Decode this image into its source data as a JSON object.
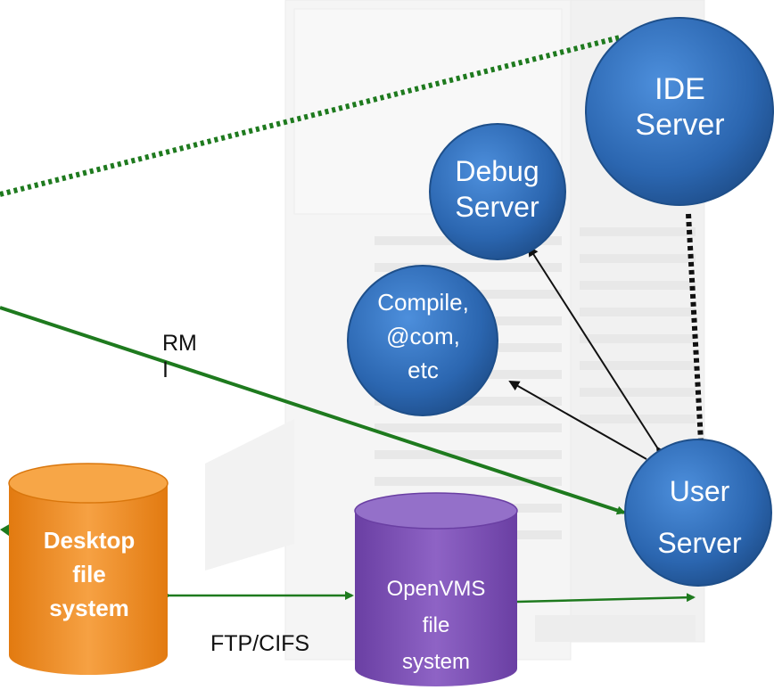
{
  "nodes": {
    "ide_server": {
      "line1": "IDE",
      "line2": "Server"
    },
    "debug_server": {
      "line1": "Debug",
      "line2": "Server"
    },
    "compile_server": {
      "line1": "Compile,",
      "line2": "@com,",
      "line3": "etc"
    },
    "user_server": {
      "line1": "User",
      "line2": "Server"
    },
    "desktop_fs": {
      "line1": "Desktop",
      "line2": "file",
      "line3": "system"
    },
    "openvms_fs": {
      "line1": "OpenVMS",
      "line2": "file",
      "line3": "system"
    }
  },
  "edge_labels": {
    "rmi_line1": "RM",
    "rmi_line2": "I",
    "ftp_cifs": "FTP/CIFS"
  },
  "colors": {
    "server_blue": "#2f6db5",
    "desktop_orange": "#f28a1c",
    "openvms_purple": "#7a4db3",
    "connection_green": "#1e7a1e",
    "dotted_black": "#111111"
  }
}
